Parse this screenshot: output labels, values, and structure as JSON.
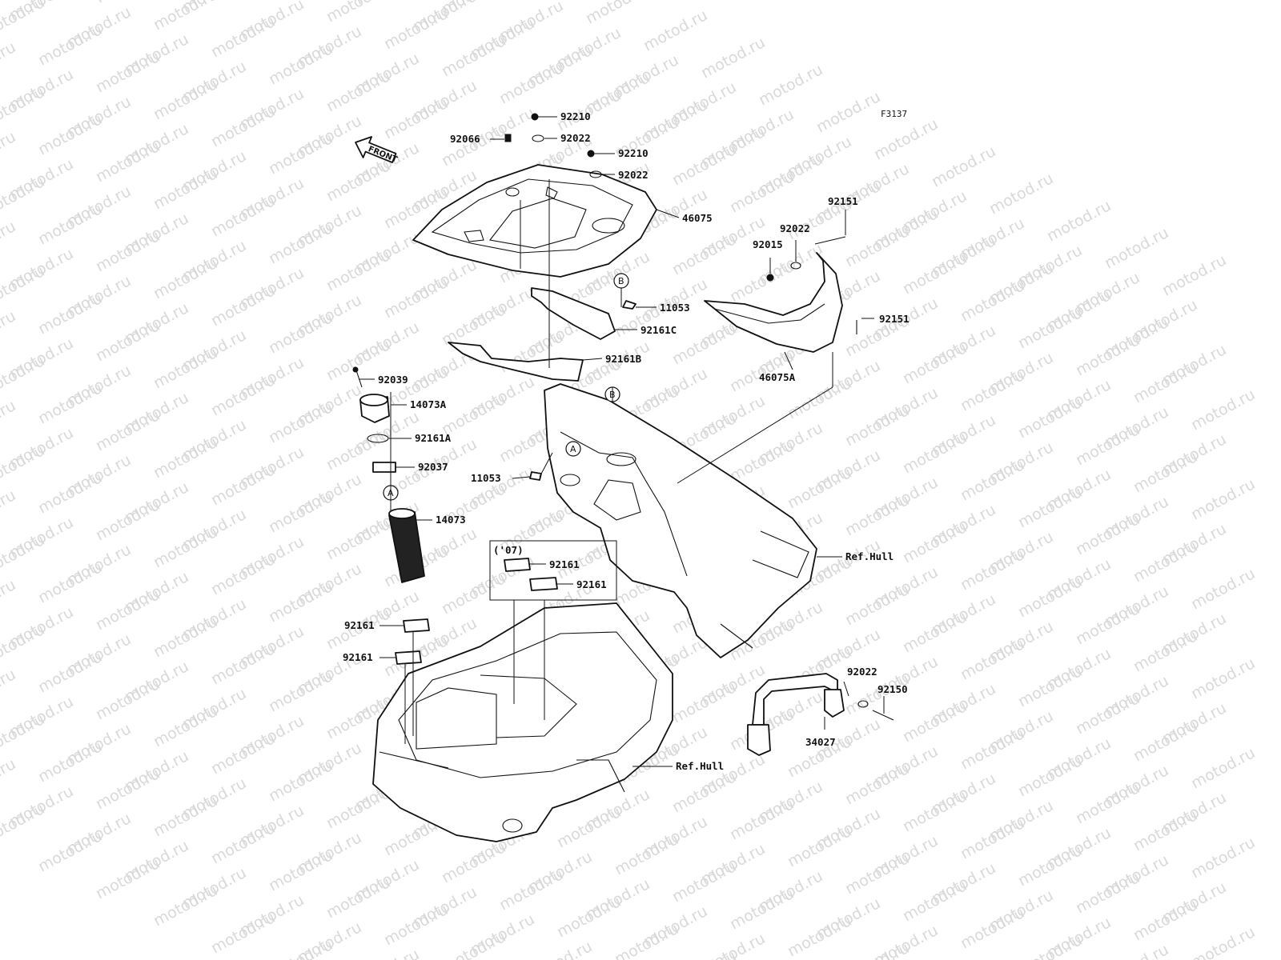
{
  "figure_id": "F3137",
  "watermark": "motod.ru",
  "front_arrow_label": "FRONT",
  "year_note": "('07)",
  "ref_letters": {
    "a": "A",
    "b": "B"
  },
  "callouts": {
    "c92210_top": "92210",
    "c92066": "92066",
    "c92022_top": "92022",
    "c92210_mid": "92210",
    "c92022_mid": "92022",
    "c46075": "46075",
    "c92151_top": "92151",
    "c92022_right": "92022",
    "c92015": "92015",
    "c11053_top": "11053",
    "c92151_mid": "92151",
    "c92161C": "92161C",
    "c92161B": "92161B",
    "c46075A": "46075A",
    "c92039": "92039",
    "c14073A": "14073A",
    "c92161A": "92161A",
    "c92037": "92037",
    "c11053_left": "11053",
    "c14073": "14073",
    "ref_hull_upper": "Ref.Hull",
    "c92161_box1": "92161",
    "c92161_box2": "92161",
    "c92161_left1": "92161",
    "c92161_left2": "92161",
    "c92022_bottom": "92022",
    "c92150": "92150",
    "c34027": "34027",
    "ref_hull_lower": "Ref.Hull"
  }
}
